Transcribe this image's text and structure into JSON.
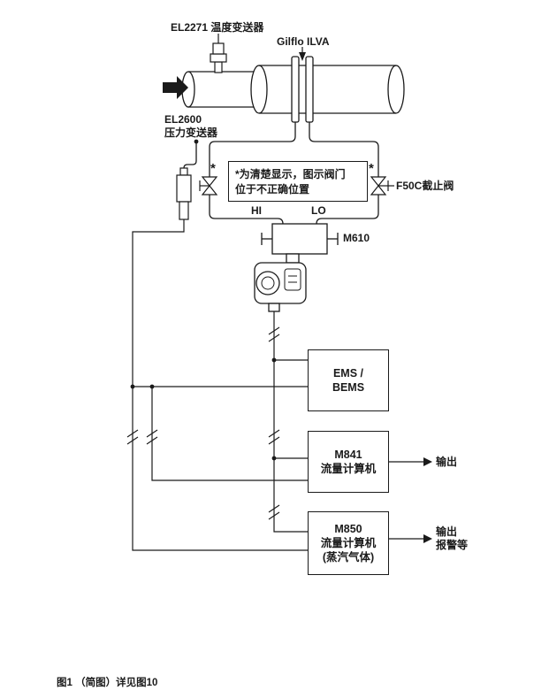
{
  "figure": {
    "type": "piping-instrumentation-diagram",
    "caption": "图1 （简图）详见图10"
  },
  "colors": {
    "line": "#1a1a1a",
    "background": "#ffffff"
  },
  "icons": {
    "flow_direction": "right-block-arrow",
    "pointer": "down-arrow",
    "output_arrows": "right-arrow",
    "valve_symbol": "bowtie-valve",
    "line_break": "double-slash"
  },
  "labels": {
    "el2271": "EL2271 温度变送器",
    "gilflo": "Gilflo ILVA",
    "el2600_line1": "EL2600",
    "el2600_line2": "压力变送器",
    "note_line1": "*为清楚显示，图示阀门",
    "note_line2": "位于不正确位置",
    "asterisk": "*",
    "f50c": "F50C截止阀",
    "hi": "HI",
    "lo": "LO",
    "m610": "M610"
  },
  "boxes": {
    "ems": {
      "line1": "EMS /",
      "line2": "BEMS"
    },
    "m841": {
      "line1": "M841",
      "line2": "流量计算机"
    },
    "m850": {
      "line1": "M850",
      "line2": "流量计算机",
      "line3": "(蒸汽气体)"
    }
  },
  "outputs": {
    "m841": "输出",
    "m850_line1": "输出",
    "m850_line2": "报警等"
  },
  "caption": "图1 （简图）详见图10"
}
